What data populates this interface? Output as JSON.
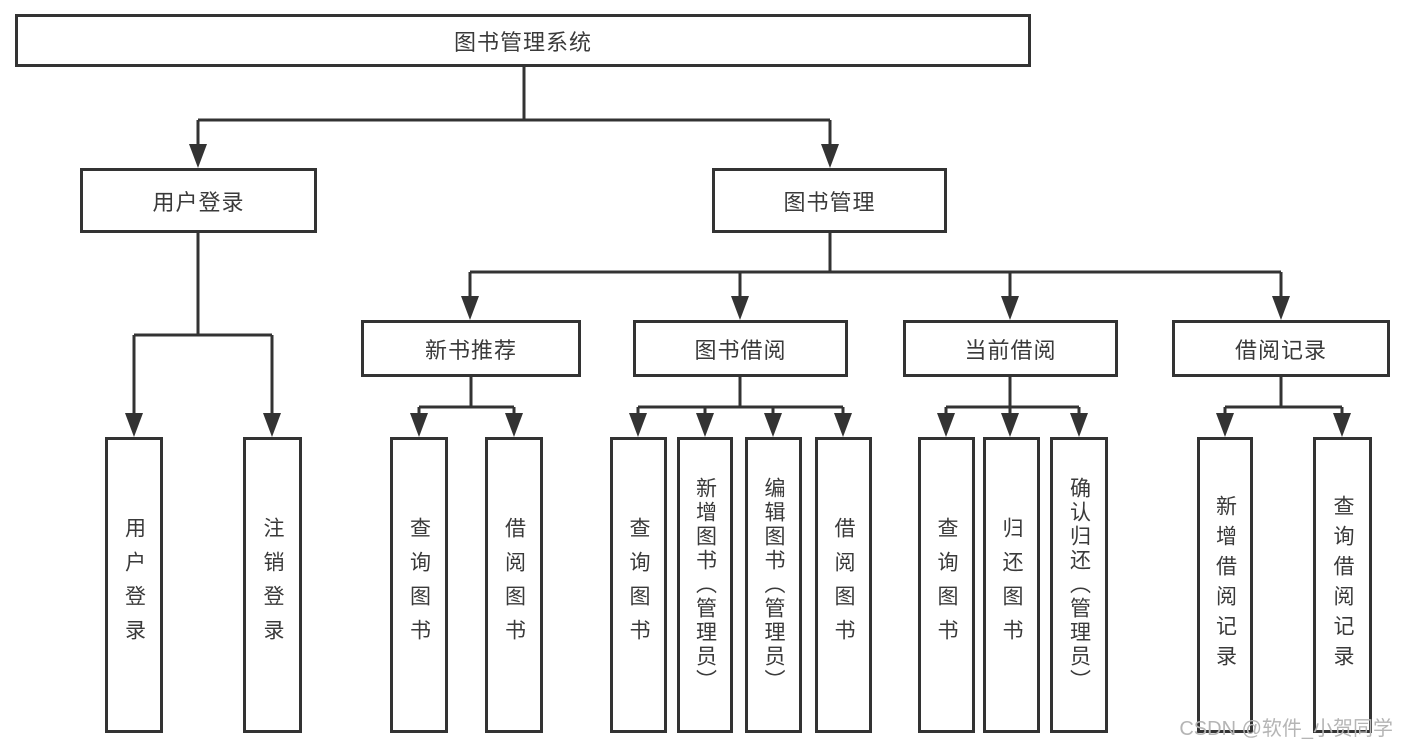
{
  "diagram_title": "图书管理系统",
  "tree": {
    "root": {
      "label": "图书管理系统"
    },
    "branches": [
      {
        "label": "用户登录",
        "children": [
          {
            "label": "用户登录"
          },
          {
            "label": "注销登录"
          }
        ]
      },
      {
        "label": "图书管理",
        "children": [
          {
            "label": "新书推荐",
            "children": [
              {
                "label": "查询图书"
              },
              {
                "label": "借阅图书"
              }
            ]
          },
          {
            "label": "图书借阅",
            "children": [
              {
                "label": "查询图书"
              },
              {
                "label": "新增图书（管理员）"
              },
              {
                "label": "编辑图书（管理员）"
              },
              {
                "label": "借阅图书"
              }
            ]
          },
          {
            "label": "当前借阅",
            "children": [
              {
                "label": "查询图书"
              },
              {
                "label": "归还图书"
              },
              {
                "label": "确认归还（管理员）"
              }
            ]
          },
          {
            "label": "借阅记录",
            "children": [
              {
                "label": "新增借阅记录"
              },
              {
                "label": "查询借阅记录"
              }
            ]
          }
        ]
      }
    ]
  },
  "colors": {
    "line": "#333333",
    "text": "#3a3a3a",
    "watermark": "#b5b5b5",
    "background": "#ffffff"
  },
  "watermark": "CSDN @软件_小贺同学"
}
